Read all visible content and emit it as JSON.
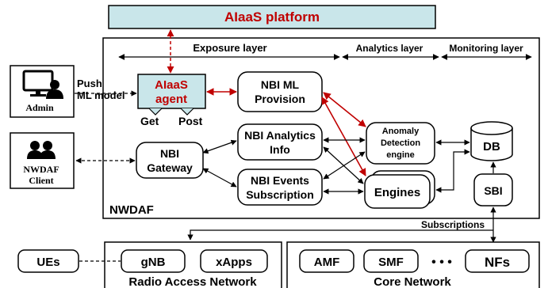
{
  "platform": {
    "title": "AIaaS platform"
  },
  "layers": {
    "exposure": "Exposure layer",
    "analytics": "Analytics layer",
    "monitoring": "Monitoring layer"
  },
  "admin": {
    "label": "Admin",
    "icon": "admin-user-monitor-icon",
    "push_line1": "Push",
    "push_line2": "ML model"
  },
  "client": {
    "line1": "NWDAF",
    "line2": "Client",
    "icon": "user-group-icon"
  },
  "agent": {
    "line1": "AIaaS",
    "line2": "agent",
    "get": "Get",
    "post": "Post"
  },
  "nbi": {
    "ml_line1": "NBI ML",
    "ml_line2": "Provision",
    "analytics_line1": "NBI Analytics",
    "analytics_line2": "Info",
    "events_line1": "NBI Events",
    "events_line2": "Subscription",
    "gateway_line1": "NBI",
    "gateway_line2": "Gateway"
  },
  "anomaly": {
    "line1": "Anomaly",
    "line2": "Detection",
    "line3": "engine"
  },
  "engines": {
    "label": "Engines"
  },
  "db": {
    "label": "DB",
    "icon": "database-cylinder-icon"
  },
  "sbi": {
    "label": "SBI"
  },
  "nwdaf": {
    "label": "NWDAF"
  },
  "subscriptions": {
    "label": "Subscriptions"
  },
  "ran": {
    "title": "Radio Access Network",
    "gnb": "gNB",
    "xapps": "xApps"
  },
  "ues": {
    "label": "UEs"
  },
  "core": {
    "title": "Core Network",
    "amf": "AMF",
    "smf": "SMF",
    "dots": "• • •",
    "nfs": "NFs"
  },
  "colors": {
    "platform_fill": "#c9e6ea",
    "agent_fill": "#c9e6ea",
    "red_arrow": "#c00000",
    "red_text": "#c00000"
  }
}
